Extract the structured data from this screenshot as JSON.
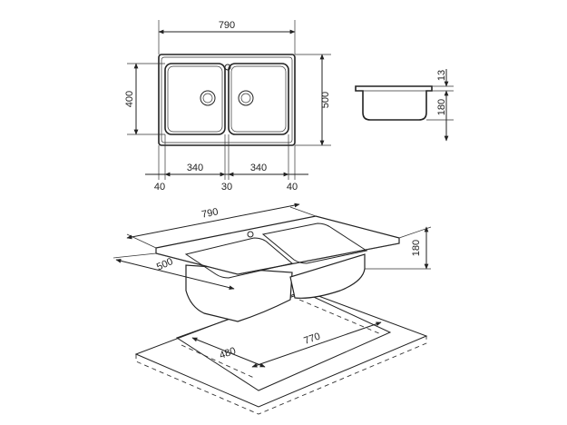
{
  "top_view": {
    "width": "790",
    "depth": "500",
    "bowl_depth": "400",
    "bowl_left": "340",
    "bowl_right": "340",
    "margin_left": "40",
    "gap_center": "30",
    "margin_right": "40"
  },
  "side_view": {
    "rim_height": "13",
    "bowl_height": "180"
  },
  "iso_view": {
    "width": "790",
    "depth": "500",
    "height": "180",
    "cutout_depth": "480",
    "cutout_width": "770"
  },
  "colors": {
    "line": "#222222",
    "background": "#ffffff"
  }
}
